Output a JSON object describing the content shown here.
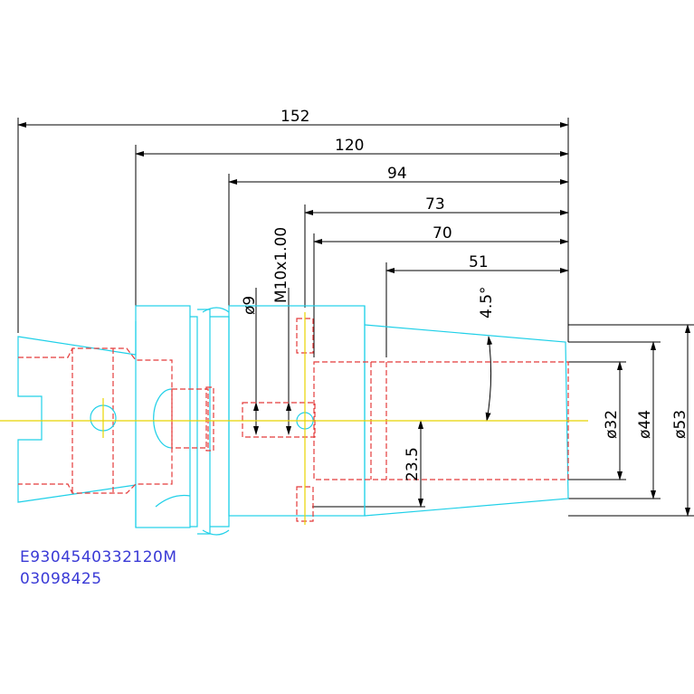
{
  "dimensions": {
    "d152": "152",
    "d120": "120",
    "d94": "94",
    "d73": "73",
    "d70": "70",
    "d51": "51",
    "angle": "4.5°",
    "thread": "M10x1.00",
    "dia9": "ø9",
    "dia32": "ø32",
    "dia44": "ø44",
    "dia53": "ø53",
    "depth": "23.5"
  },
  "codes": {
    "line1": "E9304540332120M",
    "line2": "03098425"
  },
  "colors": {
    "outline": "#20d0e8",
    "hidden": "#e43b3b",
    "centerline": "#e8d400",
    "dimension": "#000000",
    "code_text": "#3a3ad6"
  }
}
